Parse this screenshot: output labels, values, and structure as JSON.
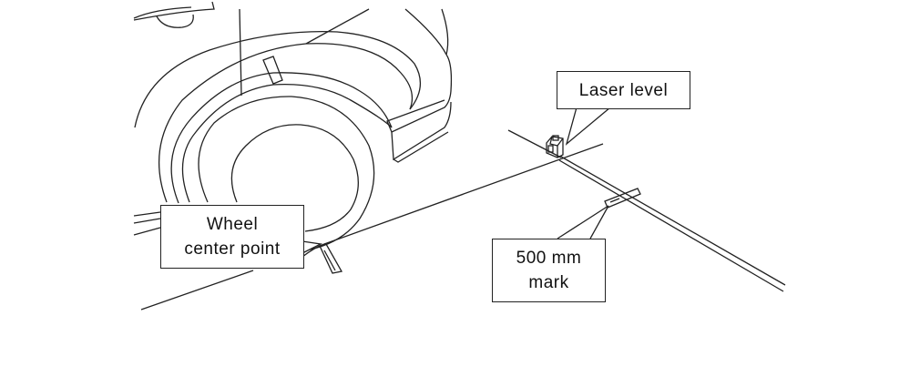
{
  "callouts": {
    "laser_level": "Laser level",
    "wheel_center_line1": "Wheel",
    "wheel_center_line2": "center point",
    "mark_line1": "500 mm",
    "mark_line2": "mark"
  },
  "colors": {
    "stroke": "#222222",
    "background": "#ffffff"
  }
}
